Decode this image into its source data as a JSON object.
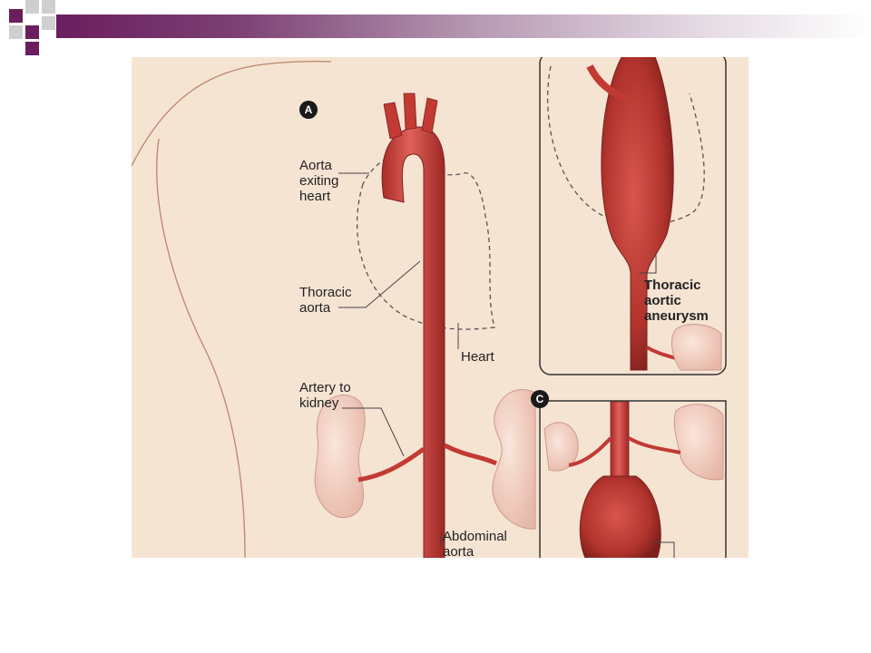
{
  "colors": {
    "skin": "#f6e4d3",
    "aorta": "#c23a33",
    "aorta_dark": "#8e2621",
    "kidney": "#f0cfc4",
    "brand_dark": "#6a1e5e",
    "brand_light": "#c9c9c9"
  },
  "panels": {
    "a": {
      "badge": "A"
    },
    "c": {
      "badge": "C"
    }
  },
  "labels": {
    "aorta_exiting_heart": "Aorta\nexiting\nheart",
    "thoracic_aorta": "Thoracic\naorta",
    "heart": "Heart",
    "artery_to_kidney": "Artery to\nkidney",
    "abdominal_aorta": "Abdominal\naorta",
    "thoracic_aortic_aneurysm": "Thoracic\naortic\naneurysm"
  }
}
